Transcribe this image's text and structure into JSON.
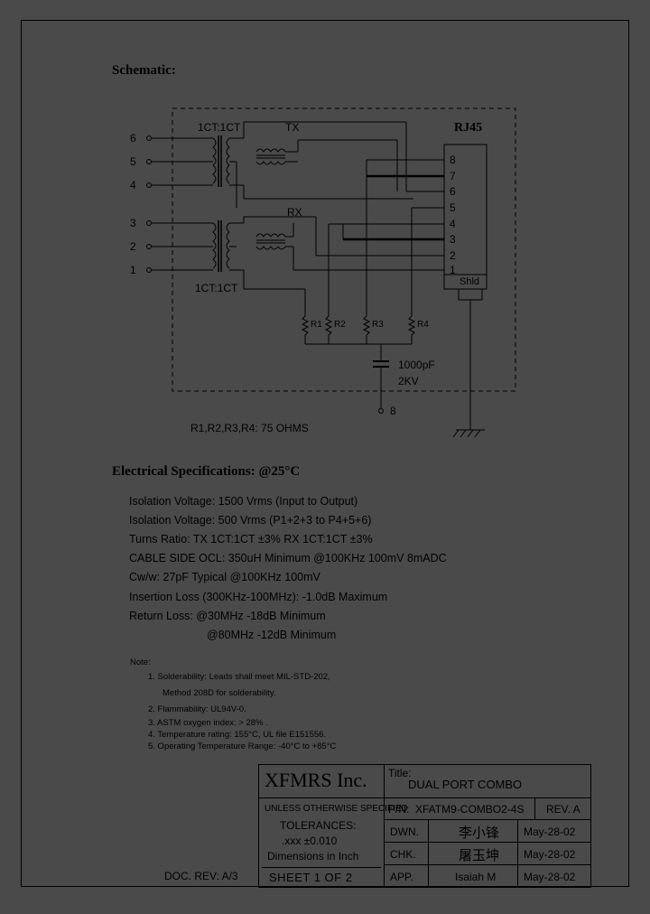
{
  "schematic_title": "Schematic:",
  "transformer_label_top": "1CT:1CT",
  "transformer_label_bottom": "1CT:1CT",
  "tx_label": "TX",
  "rx_label": "RX",
  "connector_label": "RJ45",
  "shield_label": "Shld",
  "left_pins": [
    "6",
    "5",
    "4",
    "3",
    "2",
    "1"
  ],
  "rj45_pins": [
    "8",
    "7",
    "6",
    "5",
    "4",
    "3",
    "2",
    "1"
  ],
  "resistors": [
    "R1",
    "R2",
    "R3",
    "R4"
  ],
  "capacitor_value": "1000pF",
  "capacitor_voltage": "2KV",
  "pin8_label": "8",
  "resistor_note": "R1,R2,R3,R4: 75 OHMS",
  "electrical_title": "Electrical  Specifications: @25°C",
  "specs": [
    "Isolation Voltage:  1500 Vrms (Input to Output)",
    "Isolation Voltage:  500 Vrms (P1+2+3 to P4+5+6)",
    "Turns Ratio: TX 1CT:1CT ±3% RX 1CT:1CT ±3%",
    "CABLE SIDE OCL: 350uH Minimum @100KHz 100mV 8mADC",
    "Cw/w: 27pF Typical @100KHz 100mV",
    "Insertion Loss (300KHz-100MHz): -1.0dB Maximum",
    "Return Loss: @30MHz   -18dB Minimum",
    "@80MHz   -12dB Minimum"
  ],
  "note_title": "Note:",
  "notes": [
    "1. Solderability: Leads shall meet MIL-STD-202,",
    "Method 208D for solderability.",
    "2. Flammability: UL94V-0.",
    "3. ASTM oxygen index: > 28% .",
    "4. Temperature rating: 155°C, UL file E151556.",
    "5. Operating Temperature Range: -40°C to +85°C"
  ],
  "doc_rev": "DOC. REV: A/3",
  "title_block": {
    "company": "XFMRS Inc.",
    "title_label": "Title:",
    "title_value": "DUAL PORT COMBO",
    "unless_note": "UNLESS OTHERWISE SPECIFIED",
    "tolerances": "TOLERANCES:",
    "tolerance_value": ".xxx ±0.010",
    "dimensions": "Dimensions in Inch",
    "sheet": "SHEET 1 OF 2",
    "pn_label": "P/N:",
    "pn_value": "XFATM9-COMBO2-4S",
    "rev": "REV. A",
    "dwn_label": "DWN.",
    "dwn_name": "李小锋",
    "dwn_date": "May-28-02",
    "chk_label": "CHK.",
    "chk_name": "屠玉坤",
    "chk_date": "May-28-02",
    "app_label": "APP.",
    "app_name": "Isaiah M",
    "app_date": "May-28-02"
  }
}
